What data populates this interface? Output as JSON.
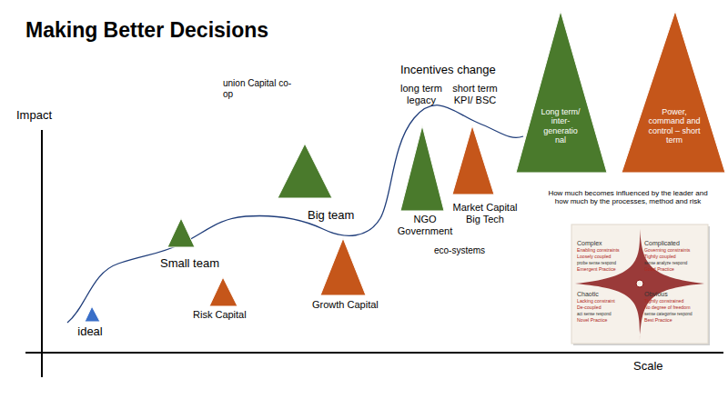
{
  "diagram": {
    "title": "Making Better Decisions",
    "nodes": [
      {
        "text": [
          "ideal"
        ]
      },
      {
        "text": [
          "Small team"
        ]
      },
      {
        "text": [
          "Risk Capital"
        ]
      },
      {
        "text": [
          "Big team"
        ]
      },
      {
        "text": [
          "Growth Capital"
        ]
      },
      {
        "text": [
          "NGO Government"
        ]
      },
      {
        "text": [
          "Market Capital Big Tech"
        ]
      },
      {
        "text": [
          "Long term/ inter-generatio nal"
        ]
      },
      {
        "text": [
          "Power, command and control – short term"
        ]
      }
    ],
    "labels": [
      "Impact",
      "Scale",
      "union Capital co-op",
      "Incentives change",
      "long term legacy",
      "short term KPI/ BSC",
      "eco-systems",
      "How much becomes influenced by the leader and how much by the processes, method and risk",
      "Complex",
      "Enabling constraints",
      "Loosely coupled",
      "probe sense respond",
      "Emergent Practice",
      "Complicated",
      "Governing constraints",
      "Tightly coupled",
      "sense analyze respond",
      "Good Practice",
      "Chaotic",
      "Lacking constraint",
      "De-coupled",
      "act sense respond",
      "Novel Practice",
      "Obvious",
      "Tightly constrained",
      "No degree of freedom",
      "sense categorise respond",
      "Best Practice"
    ]
  }
}
